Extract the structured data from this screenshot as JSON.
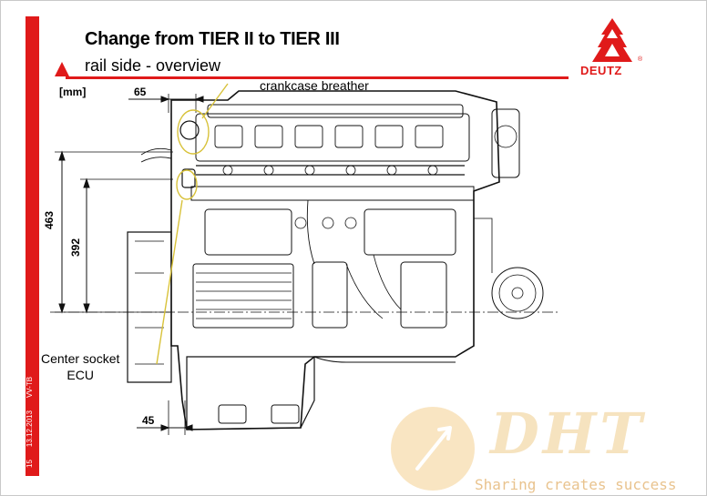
{
  "slide": {
    "title": "Change from TIER II to TIER III",
    "subtitle": "rail side - overview",
    "footer": {
      "page": "15",
      "date": "13.12.2013",
      "dept": "VV-TB"
    },
    "accent_color": "#e01a1a"
  },
  "logo": {
    "brand": "DEUTZ",
    "registered": "®"
  },
  "labels": {
    "unit": "[mm]",
    "dim_top": "65",
    "dim_height_outer": "463",
    "dim_height_inner": "392",
    "dim_bottom": "45",
    "crankcase_breather": "crankcase breather",
    "ecu_line1": "Center socket",
    "ecu_line2": "ECU"
  },
  "watermark": {
    "text": "DHT",
    "tagline": "Sharing creates success"
  }
}
